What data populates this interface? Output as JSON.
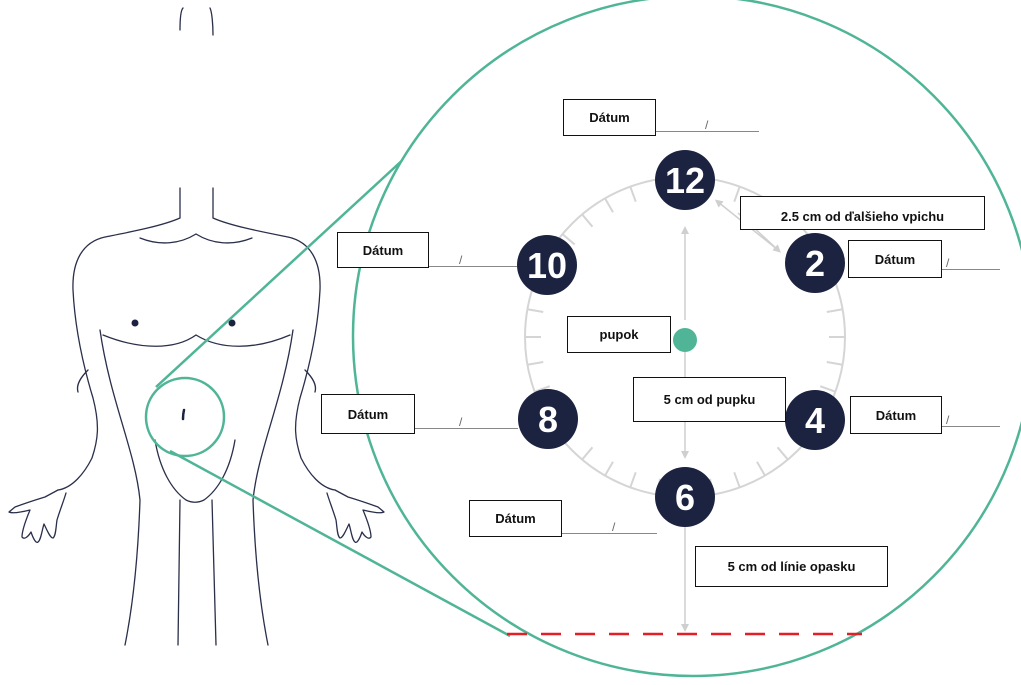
{
  "colors": {
    "accent": "#4fb596",
    "clock_face": "#1c2340",
    "belt_line": "#e31e24",
    "dial": "#d5d5d5"
  },
  "clock_numbers": [
    "12",
    "2",
    "4",
    "6",
    "8",
    "10"
  ],
  "labels": {
    "date": "Dátum",
    "date_separator": "/",
    "navel": "pupok",
    "distance_navel": "5 cm od pupku",
    "distance_next": "2.5 cm od ďalšieho vpichu",
    "distance_belt": "5 cm od línie opasku"
  }
}
